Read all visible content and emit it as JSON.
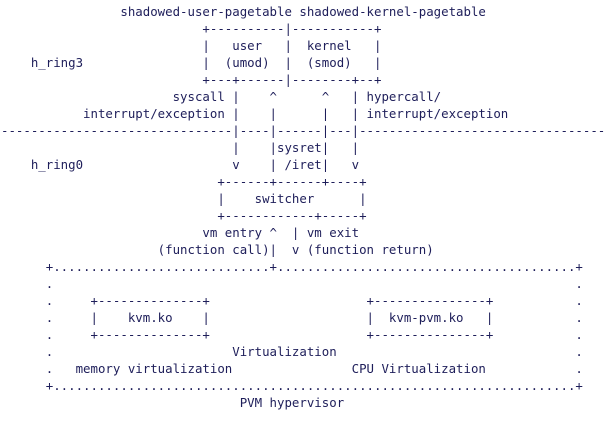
{
  "page": {
    "background_color": "#ffffff",
    "text_color": "#1e1e5a"
  },
  "diagram": {
    "lines": [
      "                shadowed-user-pagetable shadowed-kernel-pagetable",
      "                           +----------|-----------+",
      "                           |   user   |  kernel   |",
      "    h_ring3                |  (umod)  |  (smod)   |",
      "                           +---+------|--------+--+",
      "                       syscall |    ^      ^   | hypercall/",
      "           interrupt/exception |    |      |   | interrupt/exception",
      "-------------------------------|----|------|---|---------------------------------",
      "                               |    |sysret|   |",
      "    h_ring0                    v    | /iret|   v",
      "                             +------+------+----+",
      "                             |    switcher      |",
      "                             +------------+-----+",
      "                           vm entry ^  | vm exit",
      "                     (function call)|  v (function return)",
      "      +.............................+........................................+",
      "      .                                                                      .",
      "      .     +--------------+                     +---------------+           .",
      "      .     |    kvm.ko    |                     |  kvm-pvm.ko   |           .",
      "      .     +--------------+                     +---------------+           .",
      "      .                        Virtualization                                .",
      "      .   memory virtualization                CPU Virtualization            .",
      "      +......................................................................+",
      "                                PVM hypervisor"
    ]
  },
  "labels": {
    "pagetables": [
      "shadowed-user-pagetable",
      "shadowed-kernel-pagetable"
    ],
    "privilege_levels": [
      "h_ring3",
      "h_ring0"
    ],
    "guest_modes": [
      "user (umod)",
      "kernel (smod)"
    ],
    "transitions_down": [
      "syscall",
      "interrupt/exception",
      "hypercall/",
      "interrupt/exception"
    ],
    "transitions_up": [
      "sysret",
      "/iret"
    ],
    "switch_events": [
      "vm entry ^ (function call)",
      "vm exit v (function return)"
    ],
    "components": [
      "switcher",
      "kvm.ko",
      "kvm-pvm.ko"
    ],
    "sections": [
      "Virtualization",
      "memory virtualization",
      "CPU Virtualization"
    ],
    "footer": "PVM hypervisor"
  }
}
